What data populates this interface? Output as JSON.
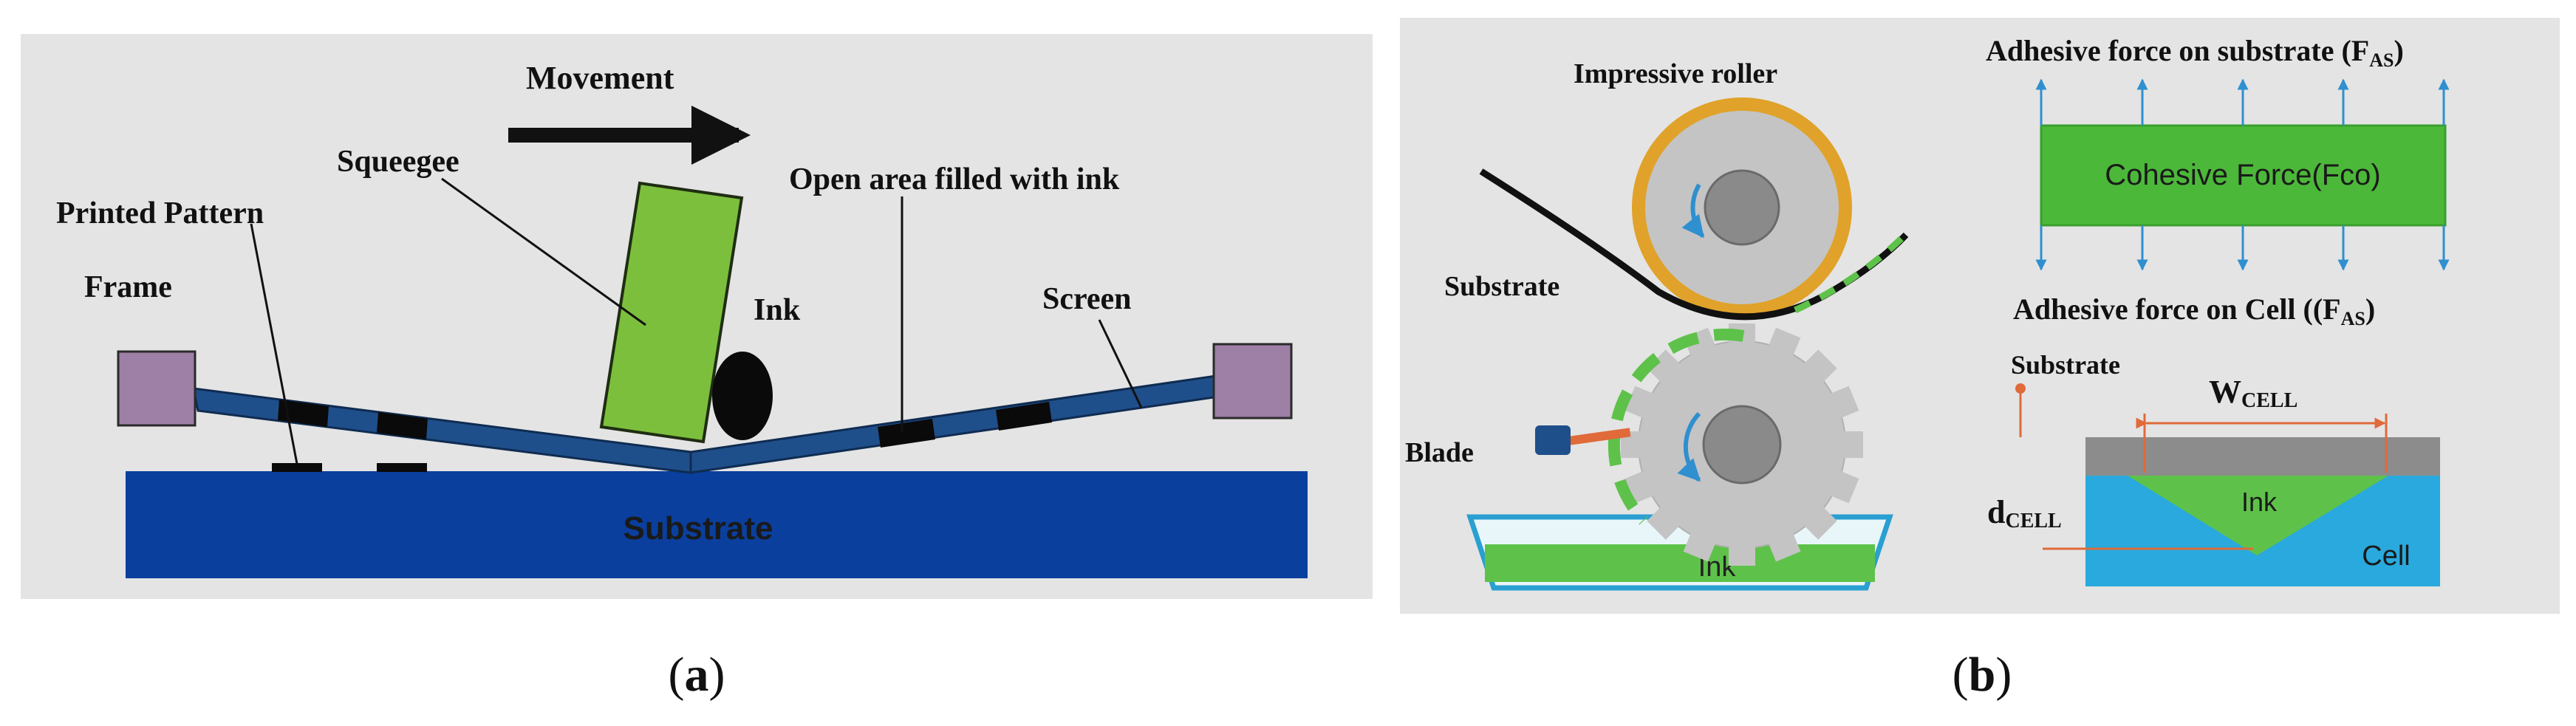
{
  "panel_a": {
    "movement": "Movement",
    "squeegee": "Squeegee",
    "open_area": "Open area filled with ink",
    "printed_pattern": "Printed Pattern",
    "frame": "Frame",
    "ink": "Ink",
    "screen": "Screen",
    "substrate": "Substrate",
    "caption_open": "(",
    "caption_letter": "a",
    "caption_close": ")"
  },
  "panel_b": {
    "impressive_roller": "Impressive roller",
    "substrate": "Substrate",
    "blade": "Blade",
    "ink_tray": "Ink",
    "adhesive_substrate": "Adhesive force on substrate (F",
    "adhesive_substrate_sub": "AS",
    "adhesive_substrate_end": ")",
    "cohesive": "Cohesive Force(Fco)",
    "adhesive_cell": "Adhesive force on Cell ((F",
    "adhesive_cell_sub": "AS",
    "adhesive_cell_end": ")",
    "cell_substrate": "Substrate",
    "w_main": "W",
    "w_sub": "CELL",
    "d_main": "d",
    "d_sub": "CELL",
    "cell_ink": "Ink",
    "cell": "Cell",
    "caption_open": "(",
    "caption_letter": "b",
    "caption_close": ")"
  },
  "colors": {
    "panel_bg": "#e4e4e4",
    "substrate_blue": "#0a3f9e",
    "screen_blue": "#1f4f8a",
    "squeegee_green": "#7cbf3c",
    "frame_purple": "#9e7fa6",
    "roller_gold": "#e0a22a",
    "gear_gray": "#c4c4c4",
    "ink_green": "#5ec24a",
    "cell_blue": "#29a9dd",
    "arrow_blue": "#2f8fcf"
  }
}
